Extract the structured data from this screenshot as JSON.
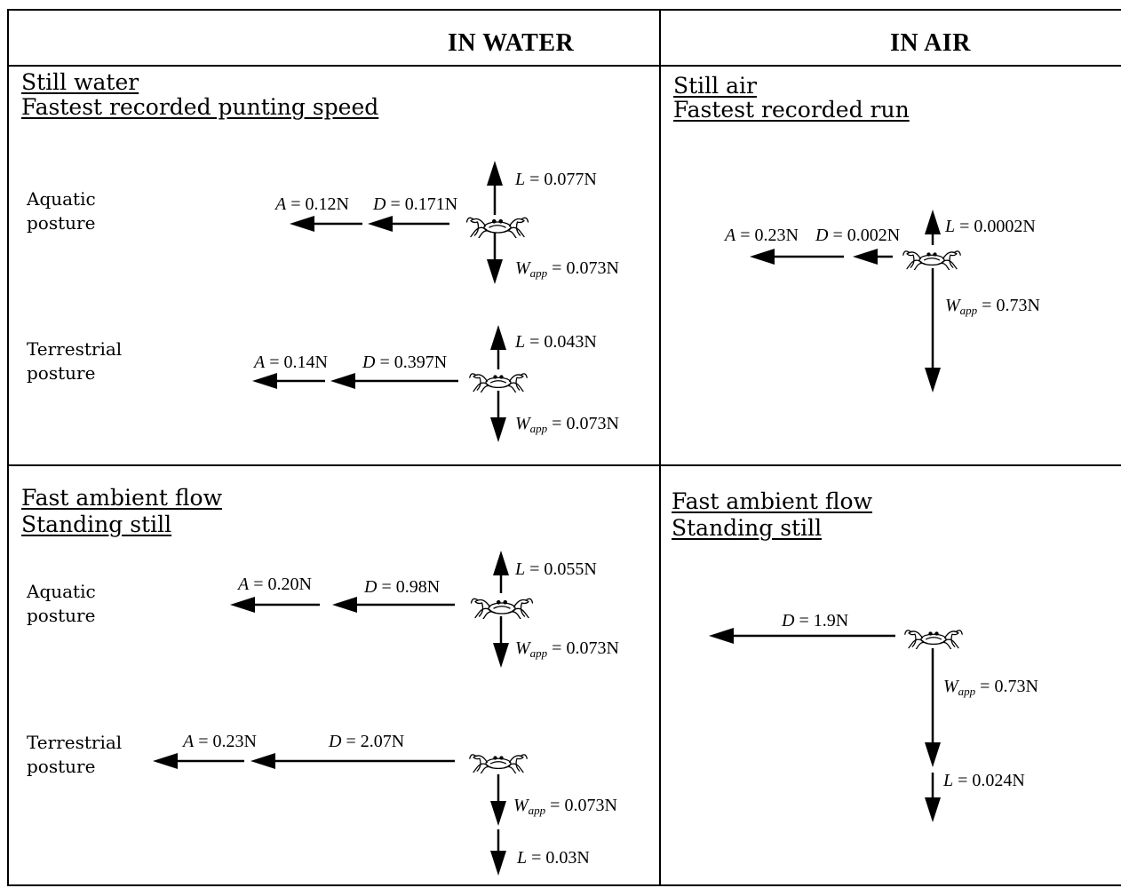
{
  "headers": {
    "water": "IN WATER",
    "air": "IN AIR"
  },
  "panels": {
    "water_still": {
      "title_line1": "Still water",
      "title_line2": "Fastest recorded punting speed",
      "aquatic": {
        "posture_line1": "Aquatic",
        "posture_line2": "posture",
        "A": "0.12N",
        "D": "0.171N",
        "L": "0.077N",
        "W": "0.073N"
      },
      "terrestrial": {
        "posture_line1": "Terrestrial",
        "posture_line2": "posture",
        "A": "0.14N",
        "D": "0.397N",
        "L": "0.043N",
        "W": "0.073N"
      }
    },
    "air_still": {
      "title_line1": "Still air",
      "title_line2": "Fastest recorded run",
      "A": "0.23N",
      "D": "0.002N",
      "L": "0.0002N",
      "W": "0.73N"
    },
    "water_flow": {
      "title_line1": "Fast ambient flow",
      "title_line2": "Standing still",
      "aquatic": {
        "posture_line1": "Aquatic",
        "posture_line2": "posture",
        "A": "0.20N",
        "D": "0.98N",
        "L": "0.055N",
        "W": "0.073N"
      },
      "terrestrial": {
        "posture_line1": "Terrestrial",
        "posture_line2": "posture",
        "A": "0.23N",
        "D": "2.07N",
        "L": "0.03N",
        "W": "0.073N"
      }
    },
    "air_flow": {
      "title_line1": "Fast ambient flow",
      "title_line2": "Standing still",
      "D": "1.9N",
      "W": "0.73N",
      "L": "0.024N"
    }
  },
  "symbols": {
    "A": "A",
    "D": "D",
    "L": "L",
    "W": "W",
    "W_sub": "app",
    "eq": " = "
  }
}
